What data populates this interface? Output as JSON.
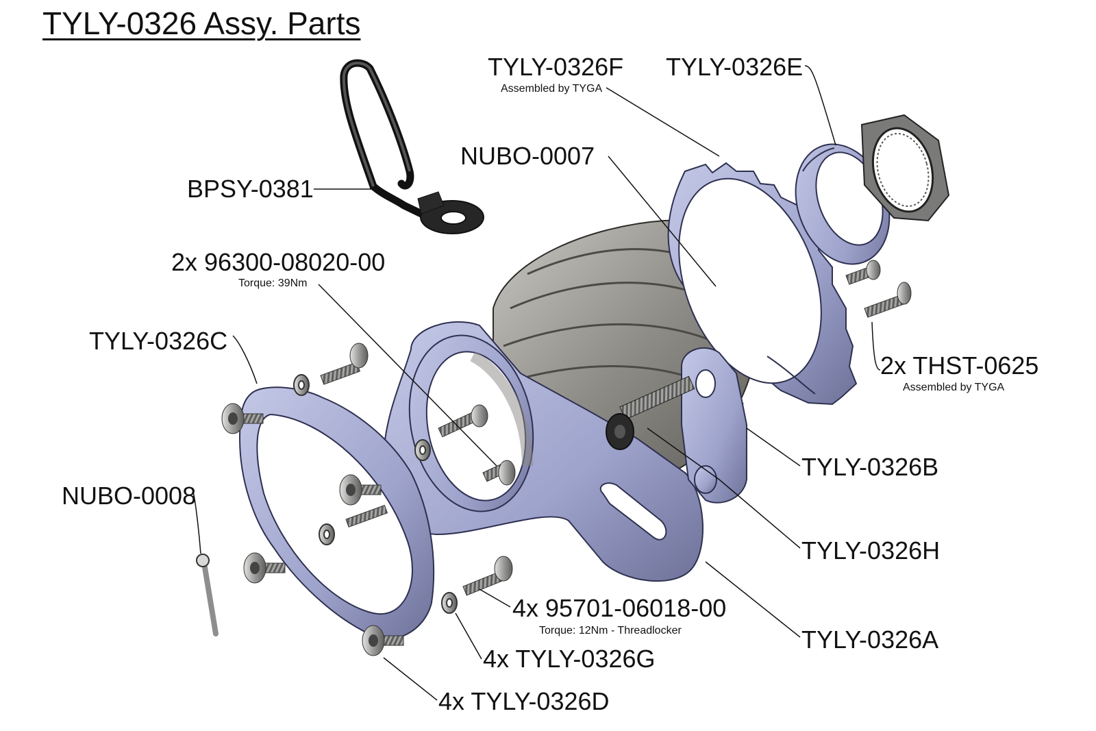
{
  "title": "TYLY-0326 Assy. Parts",
  "labels": {
    "bpsy_0381": "BPSY-0381",
    "tyly_0326f": "TYLY-0326F",
    "tyly_0326f_note": "Assembled by TYGA",
    "tyly_0326e": "TYLY-0326E",
    "nubo_0007": "NUBO-0007",
    "bolt_96300": "2x 96300-08020-00",
    "bolt_96300_note": "Torque: 39Nm",
    "tyly_0326c": "TYLY-0326C",
    "thst_0625": "2x THST-0625",
    "thst_0625_note": "Assembled by TYGA",
    "tyly_0326b": "TYLY-0326B",
    "nubo_0008": "NUBO-0008",
    "tyly_0326h": "TYLY-0326H",
    "bolt_95701": "4x 95701-06018-00",
    "bolt_95701_note": "Torque: 12Nm - Threadlocker",
    "tyly_0326g": "4x TYLY-0326G",
    "tyly_0326a": "TYLY-0326A",
    "tyly_0326d": "4x TYLY-0326D"
  },
  "colors": {
    "part_blue": "#9ea3cc",
    "part_blue_dark": "#5b5f86",
    "boot_grey": "#8e8c86",
    "steel": "#b9bab8",
    "black_part": "#2a2a2a"
  }
}
